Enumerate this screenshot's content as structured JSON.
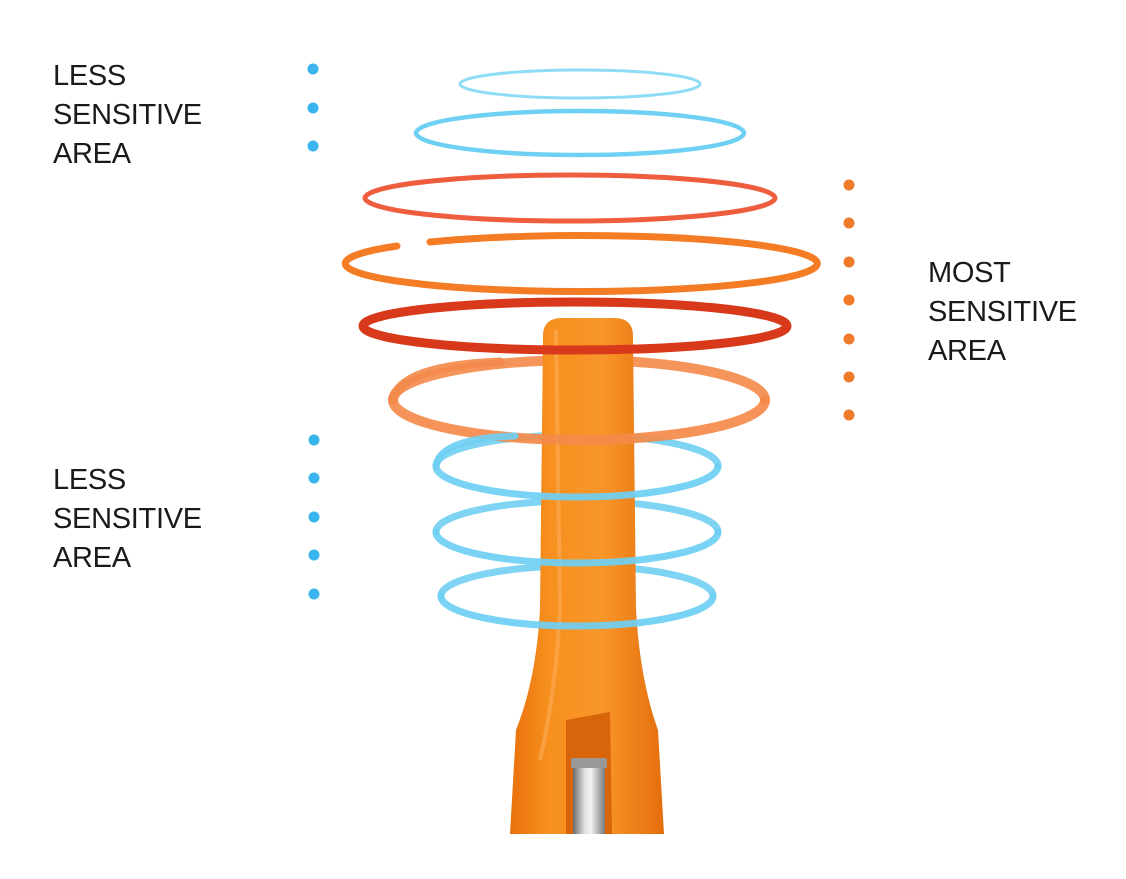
{
  "labels": {
    "top": {
      "line1": "LESS",
      "line2": "SENSITIVE",
      "line3": "AREA"
    },
    "right": {
      "line1": "MOST",
      "line2": "SENSITIVE",
      "line3": "AREA"
    },
    "bottom": {
      "line1": "LESS",
      "line2": "SENSITIVE",
      "line3": "AREA"
    }
  },
  "colors": {
    "less_sensitive": "#5ccdf2",
    "less_sensitive_dots": "#3ab4ee",
    "most_sensitive_dots": "#f07a2a",
    "ring_red": "#ee5a3e",
    "ring_orange": "#f47c24",
    "ring_dark_red": "#d8391a",
    "ring_light_orange": "#f48a4a",
    "thermometer_body": "#f58a1c",
    "thermometer_shade": "#e5710c"
  },
  "legend_groups": [
    {
      "name": "top",
      "dot_color": "#3ab4ee",
      "dot_count": 3
    },
    {
      "name": "right",
      "dot_color": "#f07a2a",
      "dot_count": 7
    },
    {
      "name": "bottom",
      "dot_color": "#3ab4ee",
      "dot_count": 5
    }
  ]
}
